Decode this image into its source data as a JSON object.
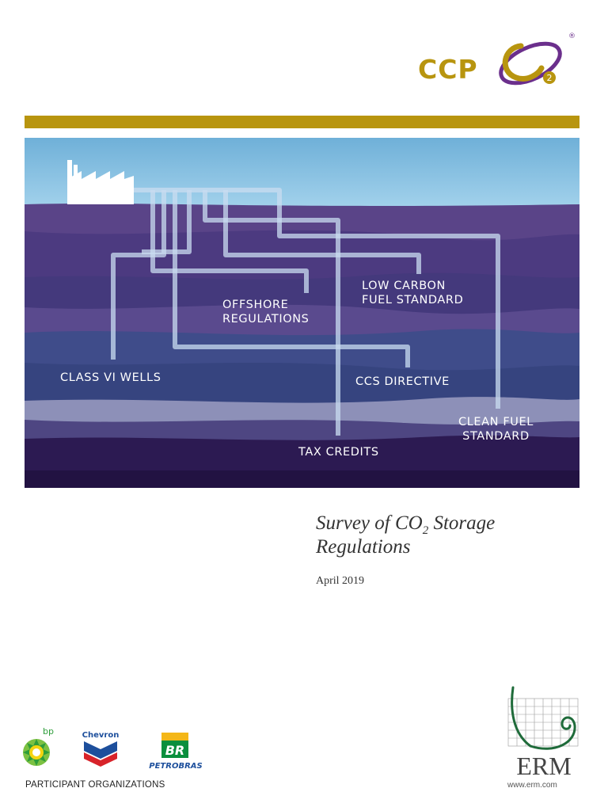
{
  "header": {
    "logo_text": "CCP",
    "logo_mark": "co2-ring-logo",
    "logo_sub": "2",
    "registered": "®"
  },
  "colors": {
    "gold": "#b8950f",
    "purple": "#6b2f8c",
    "sky_top": "#7db8da",
    "deep_purple": "#2a1650"
  },
  "cover": {
    "labels": {
      "offshore_line1": "OFFSHORE",
      "offshore_line2": "REGULATIONS",
      "lcfs_line1": "LOW CARBON",
      "lcfs_line2": "FUEL STANDARD",
      "class_vi": "CLASS VI WELLS",
      "ccs_directive": "CCS DIRECTIVE",
      "clean_fuel_line1": "CLEAN FUEL",
      "clean_fuel_line2": "STANDARD",
      "tax_credits": "TAX CREDITS"
    }
  },
  "document": {
    "title_pre": "Survey of CO",
    "title_sub": "2",
    "title_post": " Storage",
    "title_line2": "Regulations",
    "date": "April 2019"
  },
  "footer": {
    "participants_label": "PARTICIPANT ORGANIZATIONS",
    "bp_text": "bp",
    "chevron_text": "Chevron",
    "petrobras_mark": "BR",
    "petrobras_text": "PETROBRAS",
    "erm_text": "ERM",
    "erm_url": "www.erm.com"
  }
}
